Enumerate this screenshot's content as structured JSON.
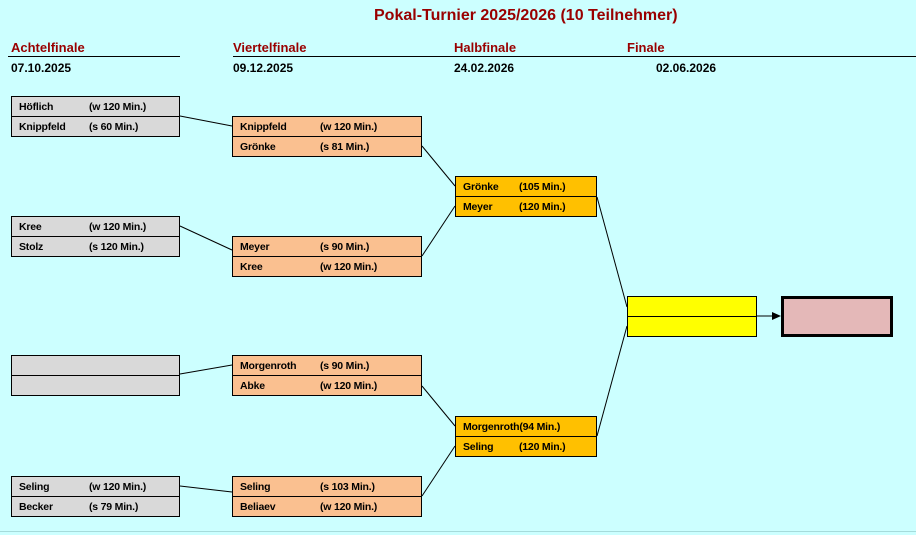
{
  "title": "Pokal-Turnier 2025/2026 (10 Teilnehmer)",
  "rounds": [
    {
      "label": "Achtelfinale",
      "date": "07.10.2025"
    },
    {
      "label": "Viertelfinale",
      "date": "09.12.2025"
    },
    {
      "label": "Halbfinale",
      "date": "24.02.2026"
    },
    {
      "label": "Finale",
      "date": "02.06.2026"
    }
  ],
  "matches": {
    "achtelfinale": [
      {
        "top": {
          "name": "Höflich",
          "result": "(w 120 Min.)"
        },
        "bottom": {
          "name": "Knippfeld",
          "result": "(s 60 Min.)"
        }
      },
      {
        "top": {
          "name": "Kree",
          "result": "(w 120 Min.)"
        },
        "bottom": {
          "name": "Stolz",
          "result": "(s 120 Min.)"
        }
      },
      {
        "top": {
          "name": "",
          "result": ""
        },
        "bottom": {
          "name": "",
          "result": ""
        }
      },
      {
        "top": {
          "name": "Seling",
          "result": "(w 120 Min.)"
        },
        "bottom": {
          "name": "Becker",
          "result": "(s 79 Min.)"
        }
      }
    ],
    "viertelfinale": [
      {
        "top": {
          "name": "Knippfeld",
          "result": "(w 120 Min.)"
        },
        "bottom": {
          "name": "Grönke",
          "result": "(s 81 Min.)"
        }
      },
      {
        "top": {
          "name": "Meyer",
          "result": "(s 90 Min.)"
        },
        "bottom": {
          "name": "Kree",
          "result": "(w 120 Min.)"
        }
      },
      {
        "top": {
          "name": "Morgenroth",
          "result": "(s 90 Min.)"
        },
        "bottom": {
          "name": "Abke",
          "result": "(w 120 Min.)"
        }
      },
      {
        "top": {
          "name": "Seling",
          "result": "(s 103 Min.)"
        },
        "bottom": {
          "name": "Beliaev",
          "result": "(w 120 Min.)"
        }
      }
    ],
    "halbfinale": [
      {
        "top": {
          "name": "Grönke",
          "result": "(105 Min.)"
        },
        "bottom": {
          "name": "Meyer",
          "result": "(120 Min.)"
        }
      },
      {
        "top": {
          "name": "Morgenroth",
          "result": "(94 Min.)"
        },
        "bottom": {
          "name": "Seling",
          "result": "(120 Min.)"
        }
      }
    ],
    "finale": {
      "top": {
        "name": "",
        "result": ""
      },
      "bottom": {
        "name": "",
        "result": ""
      }
    },
    "winner": {
      "name": ""
    }
  },
  "colors": {
    "background": "#CCFFFF",
    "heading_text": "#990000",
    "achtelfinale_fill": "#D9D9D9",
    "viertelfinale_fill": "#FAC090",
    "halbfinale_fill": "#FFC000",
    "finale_fill": "#FFFF00",
    "winner_fill": "#E4B8B8",
    "connector": "#000000"
  }
}
